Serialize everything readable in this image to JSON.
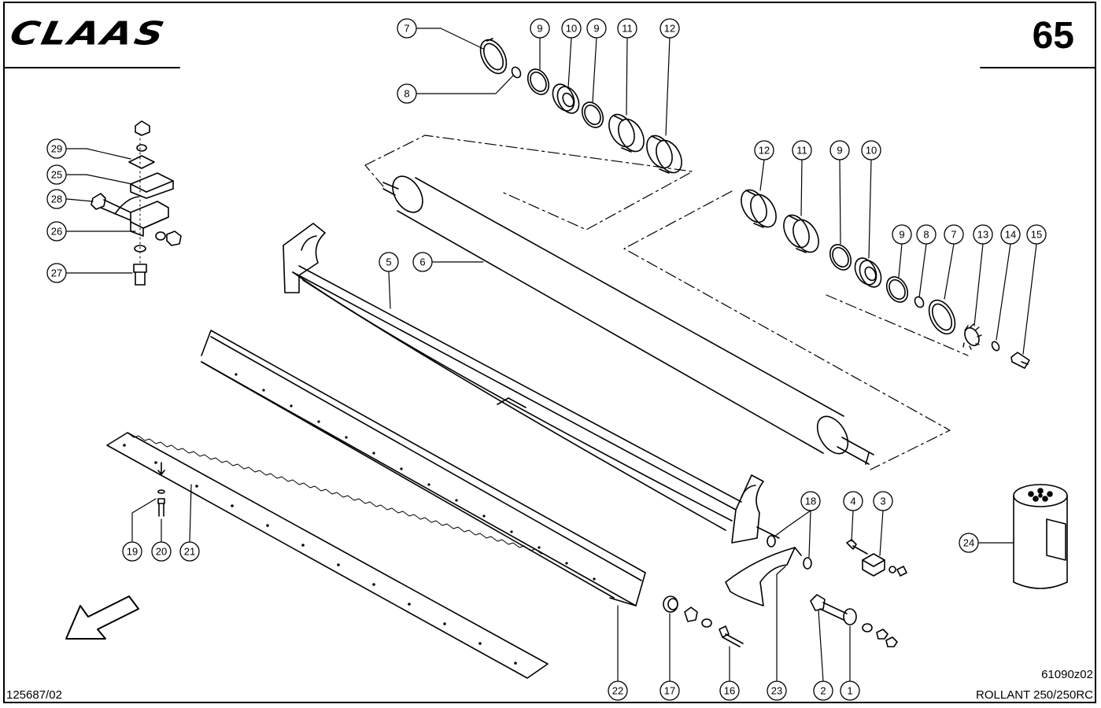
{
  "header": {
    "brand": "CLAAS",
    "page_number": "65"
  },
  "footer": {
    "document_number": "125687/02",
    "drawing_number": "61090z02",
    "model": "ROLLANT 250/250RC"
  },
  "callouts": {
    "c1": "1",
    "c2": "2",
    "c3": "3",
    "c4": "4",
    "c5": "5",
    "c6": "6",
    "c7a": "7",
    "c7b": "7",
    "c8a": "8",
    "c8b": "8",
    "c9a": "9",
    "c9b": "9",
    "c9c": "9",
    "c9d": "9",
    "c10a": "10",
    "c10b": "10",
    "c11a": "11",
    "c11b": "11",
    "c12a": "12",
    "c12b": "12",
    "c13": "13",
    "c14": "14",
    "c15": "15",
    "c16": "16",
    "c17": "17",
    "c18": "18",
    "c19": "19",
    "c20": "20",
    "c21": "21",
    "c22": "22",
    "c23": "23",
    "c24": "24",
    "c25": "25",
    "c26": "26",
    "c27": "27",
    "c28": "28",
    "c29": "29"
  }
}
